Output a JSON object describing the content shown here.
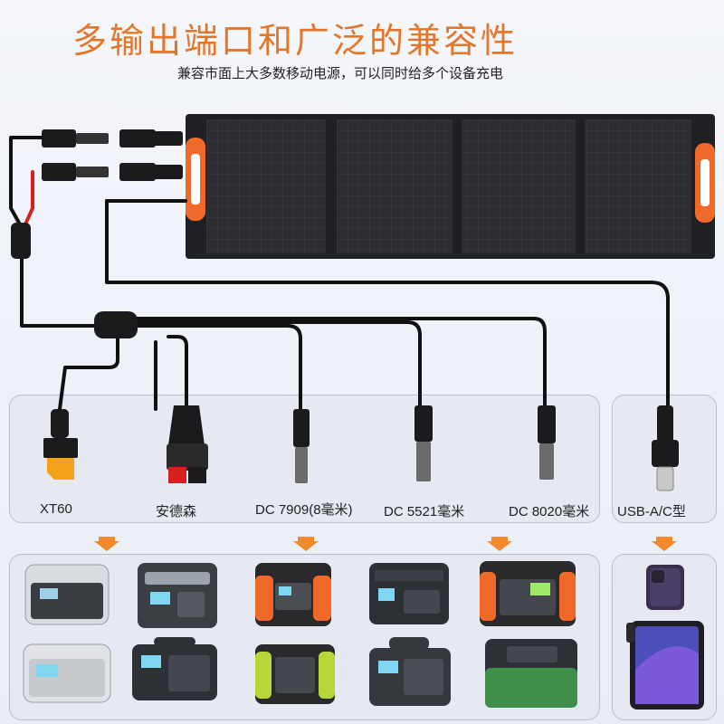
{
  "header": {
    "title": "多输出端口和广泛的兼容性",
    "subtitle": "兼容市面上大多数移动电源，可以同时给多个设备充电"
  },
  "connectors": [
    {
      "id": "xt60",
      "label": "XT60",
      "icon": "xt60-connector-icon"
    },
    {
      "id": "anderson",
      "label": "安德森",
      "icon": "anderson-connector-icon"
    },
    {
      "id": "dc7909",
      "label": "DC 7909(8毫米)",
      "icon": "dc-barrel-plug-icon"
    },
    {
      "id": "dc5521",
      "label": "DC 5521毫米",
      "icon": "dc-barrel-plug-icon"
    },
    {
      "id": "dc8020",
      "label": "DC 8020毫米",
      "icon": "dc-barrel-plug-icon"
    },
    {
      "id": "usb",
      "label": "USB-A/C型",
      "icon": "usb-c-plug-icon"
    }
  ],
  "devices": {
    "stations": [
      "power-station",
      "power-station",
      "power-station",
      "power-station",
      "power-station",
      "power-station",
      "power-station",
      "power-station",
      "power-station",
      "power-station"
    ],
    "mobile": [
      "smartphone",
      "tablet"
    ]
  },
  "colors": {
    "accent": "#e4762a",
    "arrow": "#f08a2c",
    "panel": "#2a2a2c",
    "cable": "#111111",
    "cable_red": "#d62020"
  }
}
